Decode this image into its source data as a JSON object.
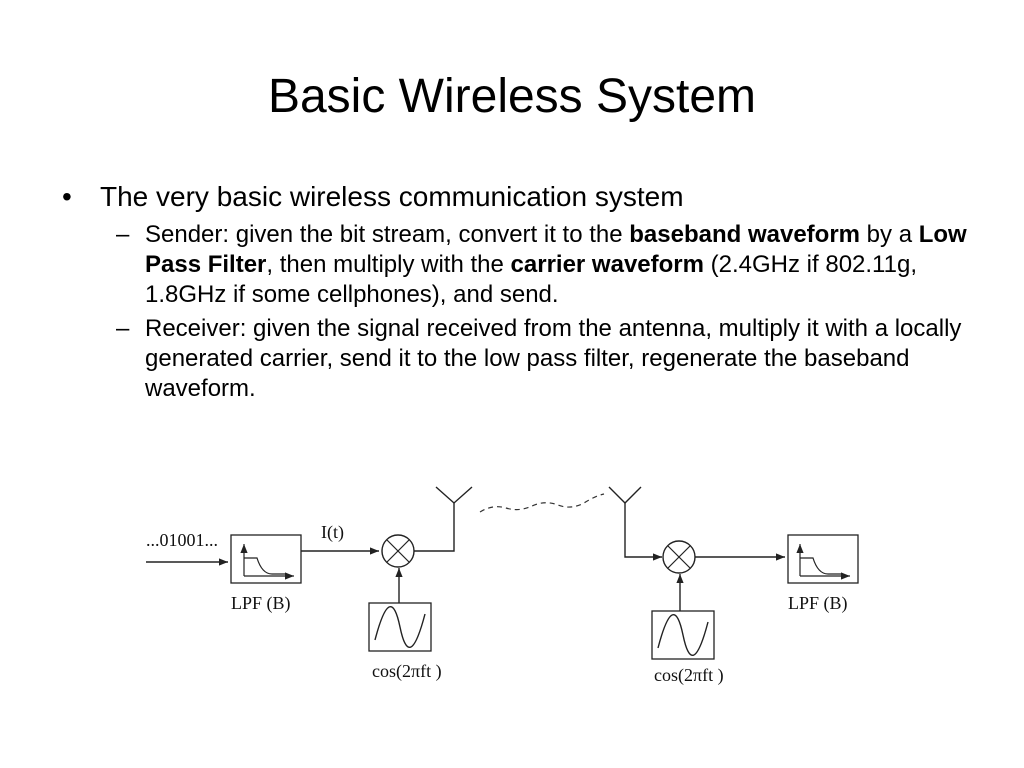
{
  "slide": {
    "title": "Basic Wireless System"
  },
  "bullet": {
    "text": "The very basic wireless communication system"
  },
  "sender": {
    "label": "Sender:",
    "t1": " given the bit stream, convert it to the ",
    "b1": "baseband waveform",
    "t2": " by a ",
    "b2": "Low Pass Filter",
    "t3": ", then multiply with the ",
    "b3": "carrier waveform",
    "t4": " (2.4GHz if 802.11g, 1.8GHz if some cellphones), and send."
  },
  "receiver": {
    "text": "Receiver: given the signal received from the antenna, multiply it with a locally generated carrier, send it to the low pass filter, regenerate the baseband waveform."
  },
  "diagram": {
    "bitstream": "...01001...",
    "signal": "I(t)",
    "lpf_tx": "LPF (B)",
    "lpf_rx": "LPF (B)",
    "osc_tx": "cos(2πft )",
    "osc_rx": "cos(2πft )"
  },
  "bullet_glyph": "•",
  "dash_glyph": "–"
}
